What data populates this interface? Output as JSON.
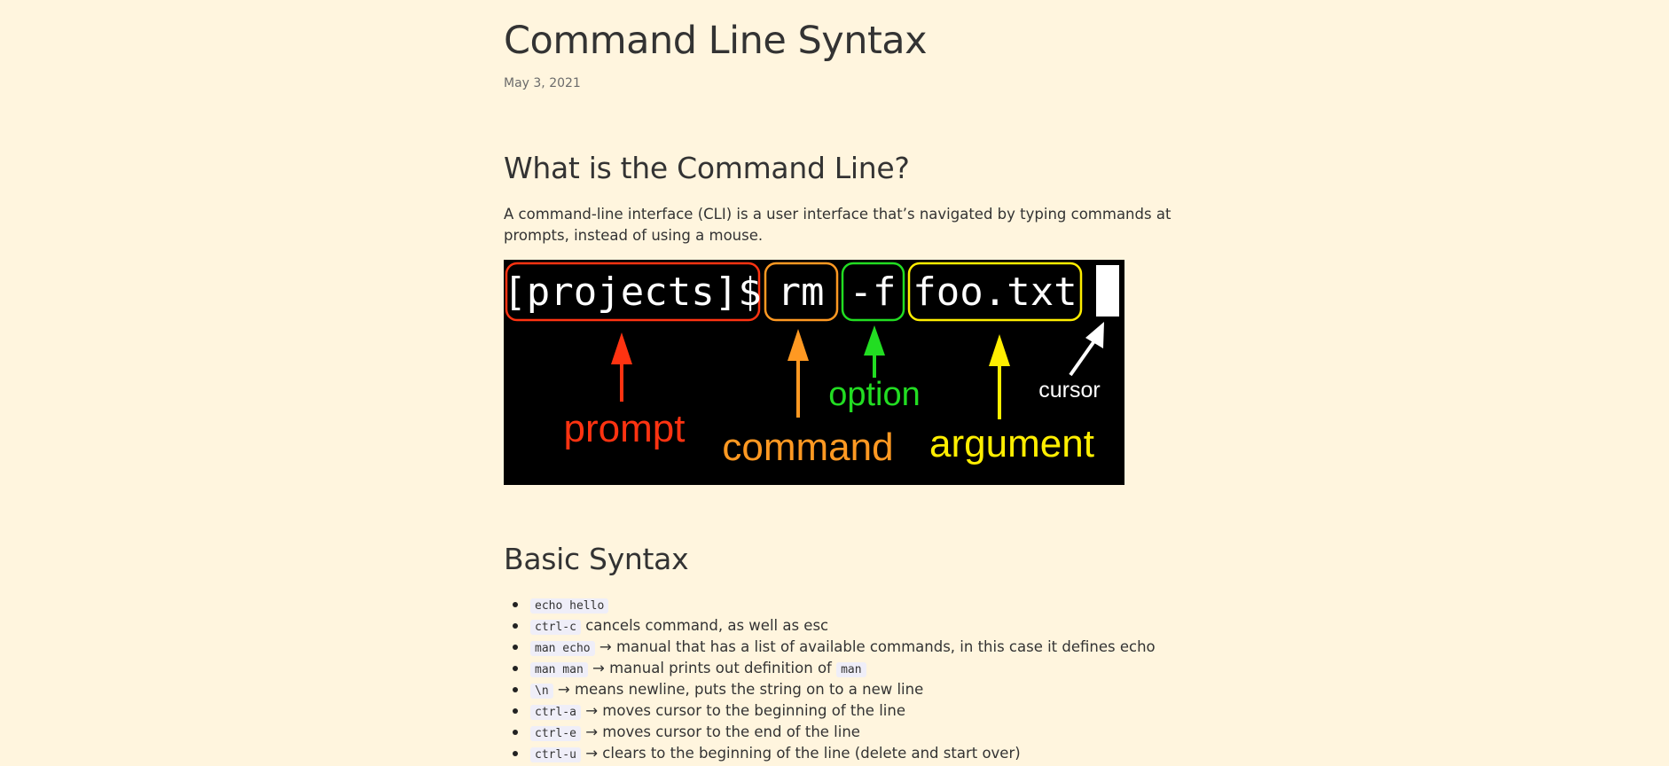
{
  "article": {
    "title": "Command Line Syntax",
    "date": "May 3, 2021"
  },
  "section_cli": {
    "heading": "What is the Command Line?",
    "paragraph": "A command-line interface (CLI) is a user interface that’s navigated by typing commands at prompts, instead of using a mouse."
  },
  "figure": {
    "prompt_text": "[projects]$",
    "command_text": "rm",
    "option_text": "-f",
    "argument_text": "foo.txt",
    "label_prompt": "prompt",
    "label_command": "command",
    "label_option": "option",
    "label_argument": "argument",
    "label_cursor": "cursor",
    "colors": {
      "prompt": "#ff3311",
      "command": "#ff9922",
      "option": "#22dd22",
      "argument": "#ffee00",
      "cursor": "#ffffff"
    }
  },
  "section_basic": {
    "heading": "Basic Syntax",
    "items": [
      {
        "code": "echo hello",
        "text": ""
      },
      {
        "code": "ctrl-c",
        "text": " cancels command, as well as esc"
      },
      {
        "code": "man echo",
        "text": " → manual that has a list of available commands, in this case it defines echo"
      },
      {
        "code": "man man",
        "text": " → manual prints out definition of ",
        "code2": "man"
      },
      {
        "code": "\\n",
        "text": " → means newline, puts the string on to a new line"
      },
      {
        "code": "ctrl-a",
        "text": " → moves cursor to the beginning of the line"
      },
      {
        "code": "ctrl-e",
        "text": " → moves cursor to the end of the line"
      },
      {
        "code": "ctrl-u",
        "text": " → clears to the beginning of the line (delete and start over)"
      }
    ]
  }
}
